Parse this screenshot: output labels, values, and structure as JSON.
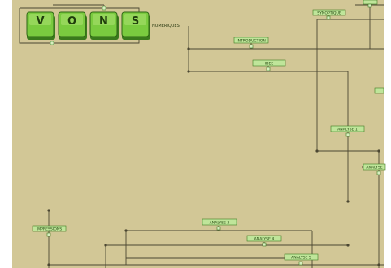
{
  "colors": {
    "background": "#d2c796",
    "line": "#4b4732",
    "node_fill": "#bfe59a",
    "node_stroke": "#3f7a22",
    "key_face": "#7acb3f",
    "key_shadow": "#3a7a1c"
  },
  "keys": [
    "V",
    "O",
    "N",
    "S"
  ],
  "side_label": "NUMERIQUES",
  "nodes": {
    "n_top_small": "",
    "n_top_right1": "SYNOPTIQUE",
    "n_top_right2": "",
    "n_intro": "INTRODUCTION",
    "n_ideas": "IDEE",
    "n_analyse1": "ANALYSE 1",
    "n_analyse2": "ANALYSE",
    "n_right_edge": "",
    "n_impressions": "IMPRESSIONS",
    "n_analyse3": "ANALYSE 3",
    "n_analyse4": "ANALYSE 4",
    "n_analyse5": "ANALYSE 5"
  }
}
